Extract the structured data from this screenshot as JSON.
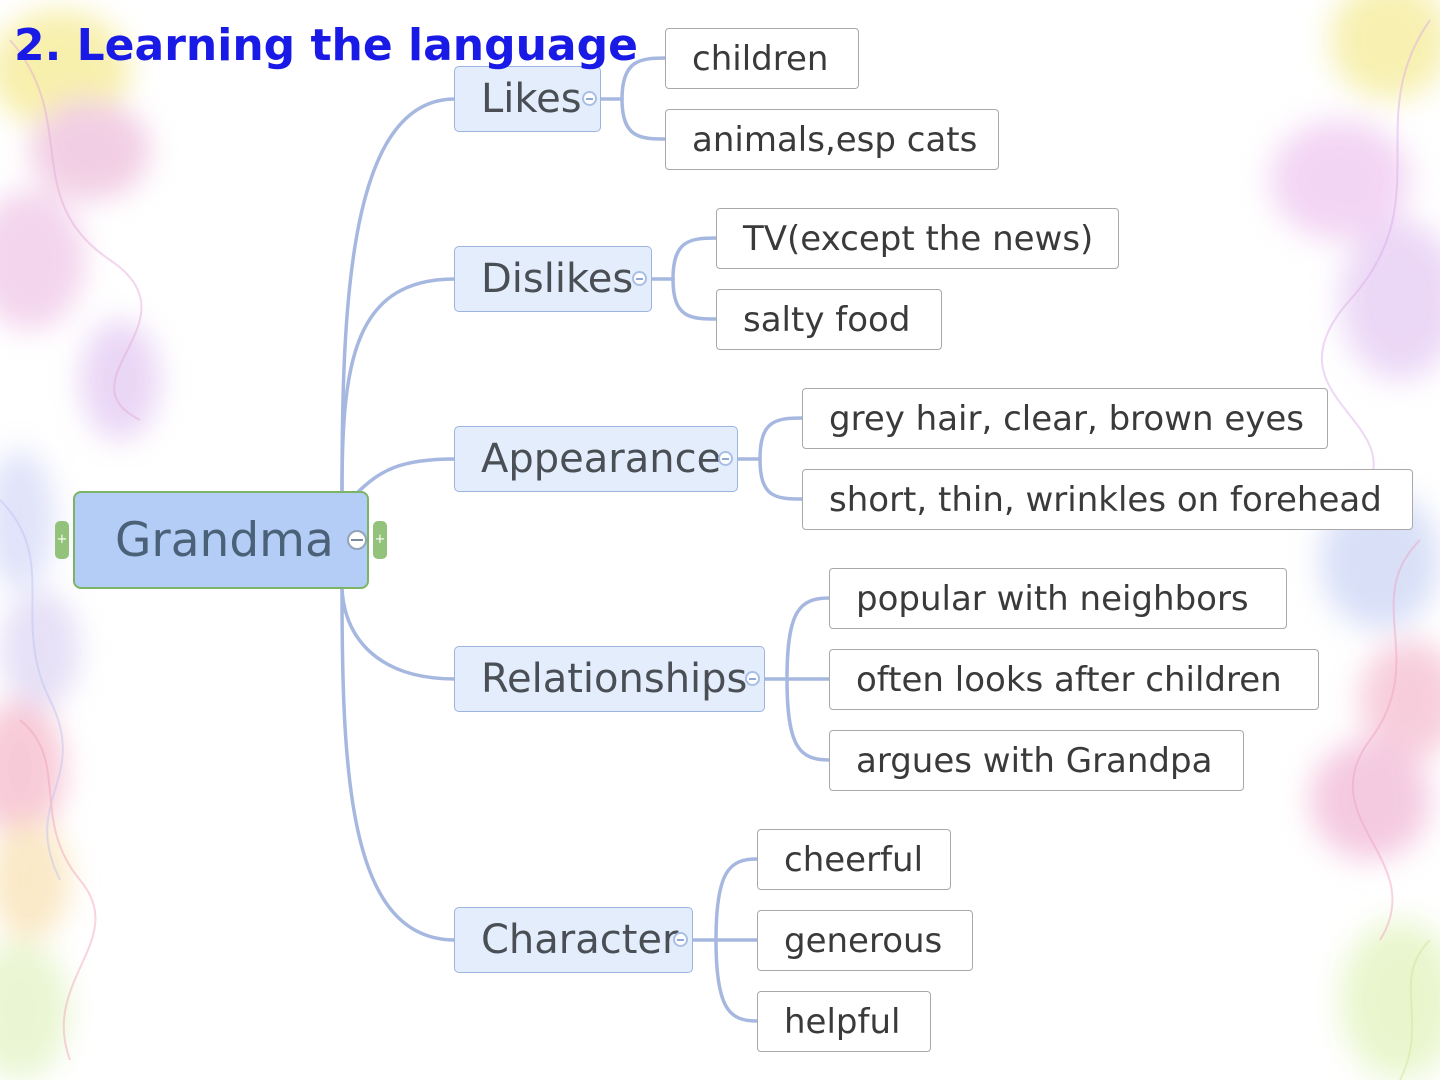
{
  "slide": {
    "title": "2. Learning the language"
  },
  "mindmap": {
    "root": {
      "label": "Grandma"
    },
    "branches": [
      {
        "id": "likes",
        "label": "Likes",
        "leaves": [
          "children",
          "animals,esp cats"
        ]
      },
      {
        "id": "dislikes",
        "label": "Dislikes",
        "leaves": [
          "TV(except the news)",
          "salty food"
        ]
      },
      {
        "id": "appearance",
        "label": "Appearance",
        "leaves": [
          "grey hair, clear, brown eyes",
          "short, thin, wrinkles on forehead"
        ]
      },
      {
        "id": "relationships",
        "label": "Relationships",
        "leaves": [
          "popular with neighbors",
          "often looks after children",
          "argues with Grandpa"
        ]
      },
      {
        "id": "character",
        "label": "Character",
        "leaves": [
          "cheerful",
          "generous",
          "helpful"
        ]
      }
    ]
  },
  "colors": {
    "title": "#1a1ae6",
    "root_fill": "#b3cdf7",
    "root_border": "#7cb465",
    "branch_fill": "#e4edfb",
    "branch_border": "#9db4df",
    "connector": "#a6b8e0",
    "leaf_border": "#a9a9a9"
  }
}
